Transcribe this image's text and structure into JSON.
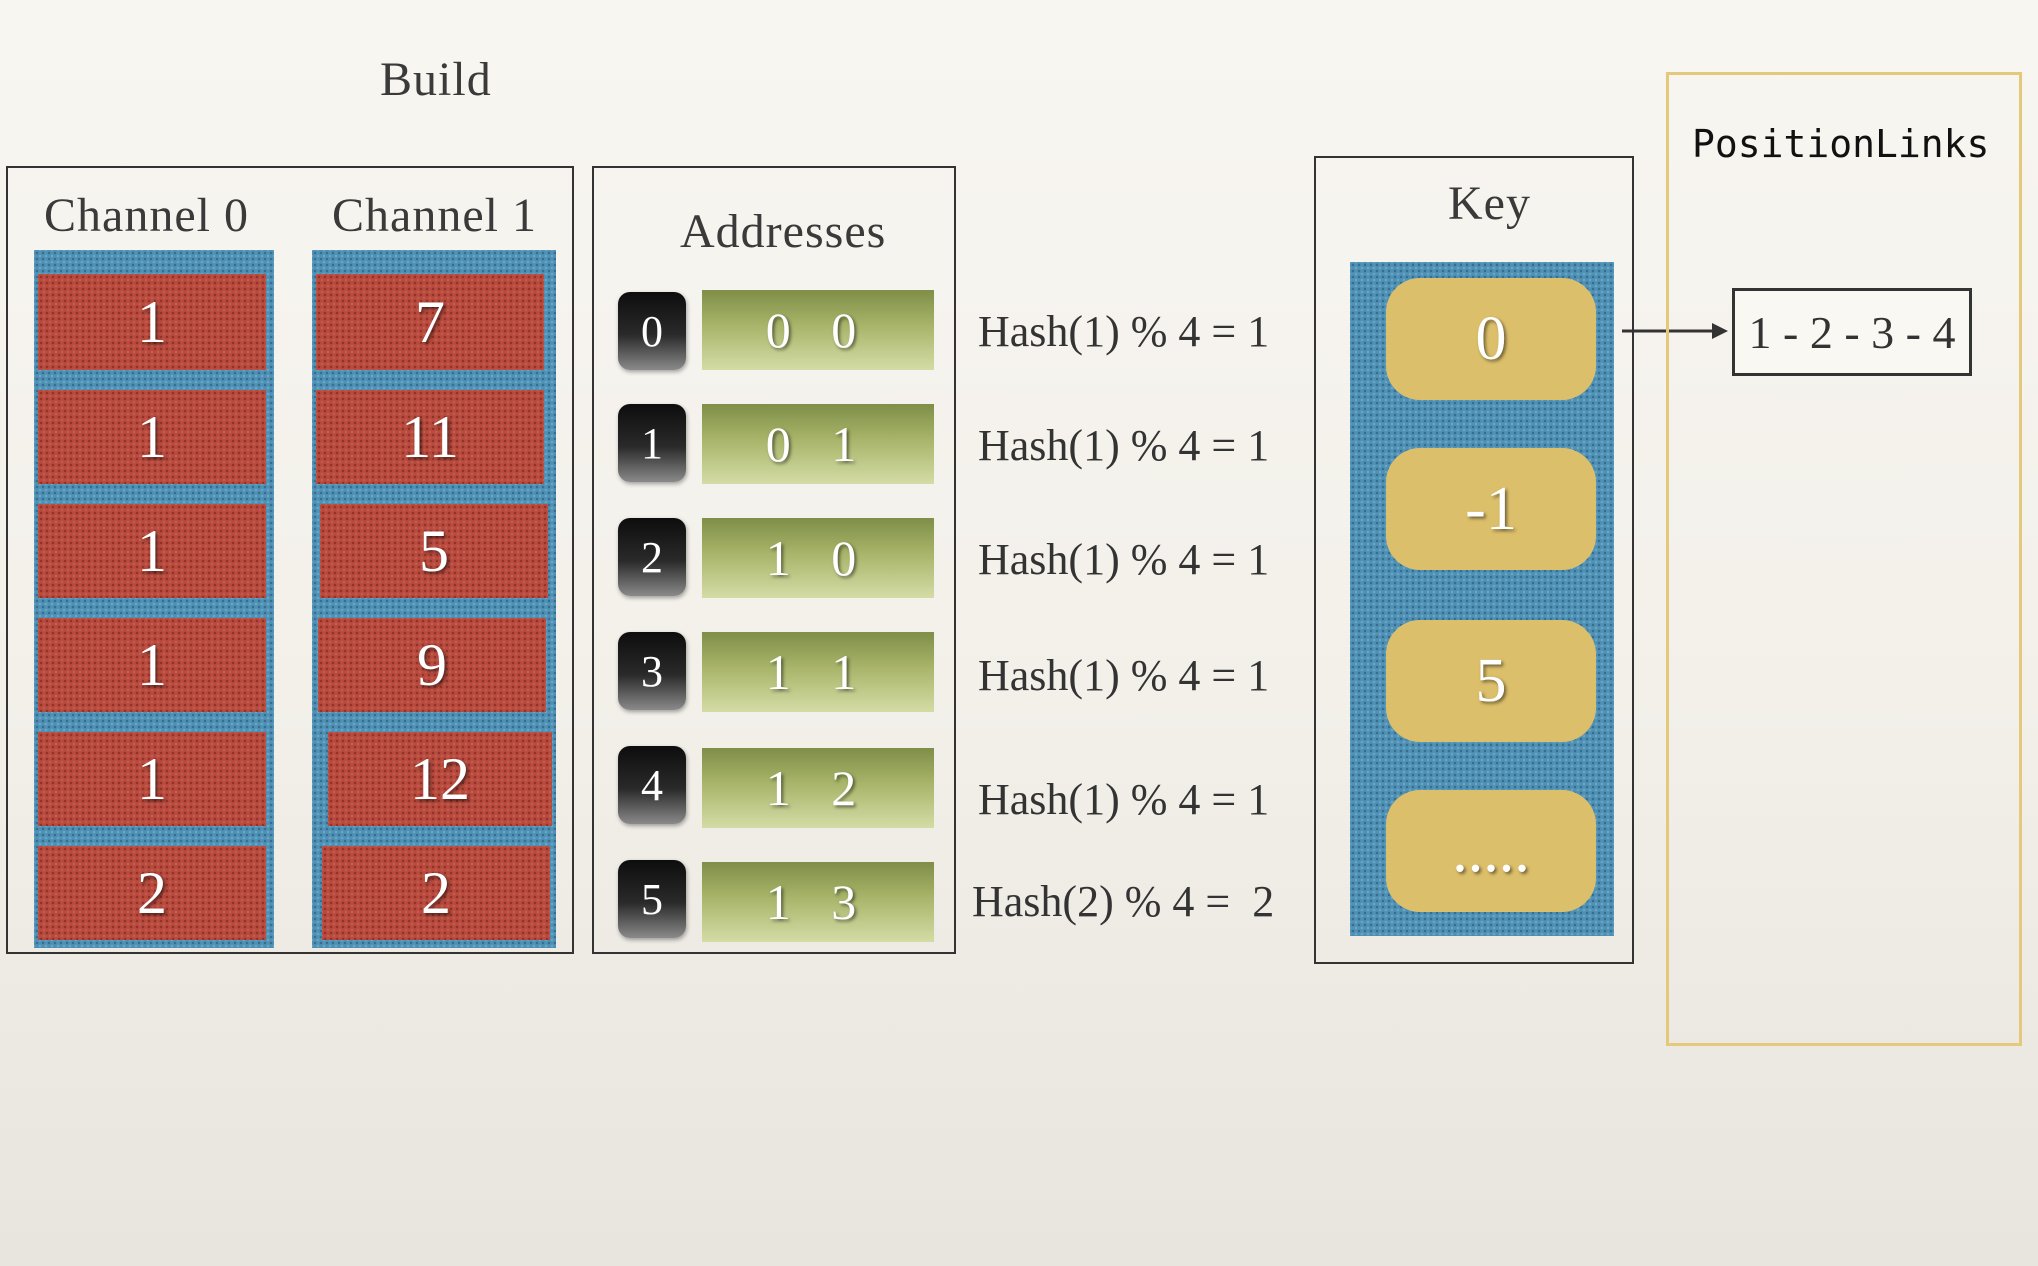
{
  "build": {
    "title": "Build",
    "channel0_label": "Channel 0",
    "channel1_label": "Channel 1",
    "channel0": [
      "1",
      "1",
      "1",
      "1",
      "1",
      "2"
    ],
    "channel1": [
      "7",
      "11",
      "5",
      "9",
      "12",
      "2"
    ]
  },
  "addresses": {
    "title": "Addresses",
    "rows": [
      {
        "index": "0",
        "value": "0 0",
        "hash": "Hash(1) % 4 = 1"
      },
      {
        "index": "1",
        "value": "0 1",
        "hash": "Hash(1) % 4 = 1"
      },
      {
        "index": "2",
        "value": "1 0",
        "hash": "Hash(1) % 4 = 1"
      },
      {
        "index": "3",
        "value": "1 1",
        "hash": "Hash(1) % 4 = 1"
      },
      {
        "index": "4",
        "value": "1 2",
        "hash": "Hash(1) % 4 = 1"
      },
      {
        "index": "5",
        "value": "1 3",
        "hash": "Hash(2) % 4 =  2"
      }
    ]
  },
  "key": {
    "title": "Key",
    "cells": [
      "0",
      "-1",
      "5",
      "....."
    ]
  },
  "position_links": {
    "title": "PositionLinks",
    "chain": "1 - 2 - 3 - 4"
  },
  "colors": {
    "channel_cell": "#b94a3d",
    "column_bg": "#4e91b6",
    "address_cell": "#a8b56a",
    "key_cell": "#dcbf6a",
    "position_links_border": "#e5c97a"
  }
}
